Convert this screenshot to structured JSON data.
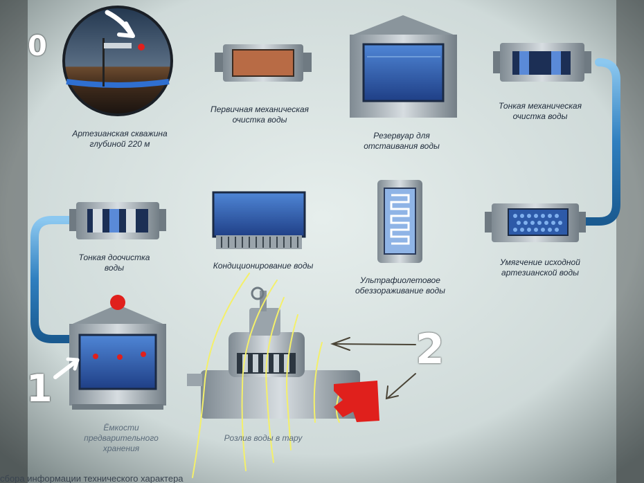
{
  "colors": {
    "background": "#d9e3e2",
    "pipe": "#2f7fbf",
    "pipe_light": "#6fb3e6",
    "tank_blue": "#2f5fb0",
    "metal": "#a7b0b6",
    "annotation_yellow": "#f4f06a",
    "annotation_red": "#e0201c",
    "annotation_white": "#ffffff"
  },
  "labels": {
    "well": "Артезианская скважина\nглубиной 220 м",
    "primary": "Первичная механическая\nочистка воды",
    "reservoir": "Резервуар для\nотстаивания воды",
    "fine_mech": "Тонкая механическая\nочистка воды",
    "softening": "Умягчение исходной\nартезианской воды",
    "uv": "Ультрафиолетовое\nобеззораживание воды",
    "conditioning": "Кондиционирование воды",
    "fine_post": "Тонкая доочистка\nводы",
    "storage": "Ёмкости\nпредварительного\nхранения",
    "bottling": "Розлив воды в тару"
  },
  "marks": {
    "zero": "0",
    "one": "1",
    "two": "2"
  },
  "footer_text": "сбора информации технического характера"
}
